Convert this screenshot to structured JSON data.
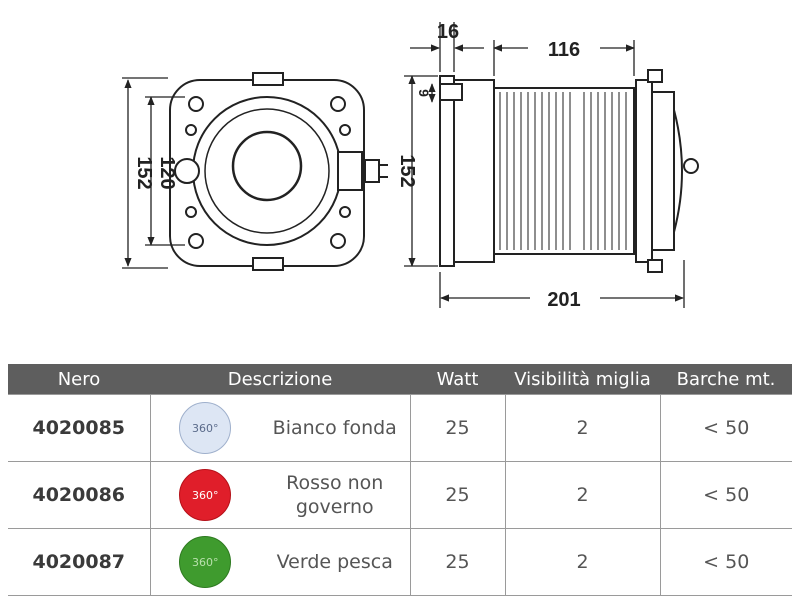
{
  "drawing": {
    "dimensions": {
      "height_outer": "152",
      "height_inner": "120",
      "side_height": "152",
      "flange": "16",
      "body_length": "116",
      "side_offset": "9",
      "total_length": "201"
    }
  },
  "table": {
    "headers": [
      "Nero",
      "Descrizione",
      "Watt",
      "Visibilità miglia",
      "Barche mt."
    ],
    "rows": [
      {
        "code": "4020085",
        "badge": "360°",
        "badge_color": "#dde6f4",
        "badge_text_color": "#5a6a8a",
        "badge_border": "#9fb0cc",
        "description": "Bianco fonda",
        "watt": "25",
        "visibility": "2",
        "boats": "< 50"
      },
      {
        "code": "4020086",
        "badge": "360°",
        "badge_color": "#e01e2a",
        "badge_text_color": "#ffffff",
        "badge_border": "#b51018",
        "description": "Rosso non governo",
        "watt": "25",
        "visibility": "2",
        "boats": "< 50"
      },
      {
        "code": "4020087",
        "badge": "360°",
        "badge_color": "#3f9b2e",
        "badge_text_color": "#b9e0ad",
        "badge_border": "#2e7a20",
        "description": "Verde pesca",
        "watt": "25",
        "visibility": "2",
        "boats": "< 50"
      }
    ]
  }
}
